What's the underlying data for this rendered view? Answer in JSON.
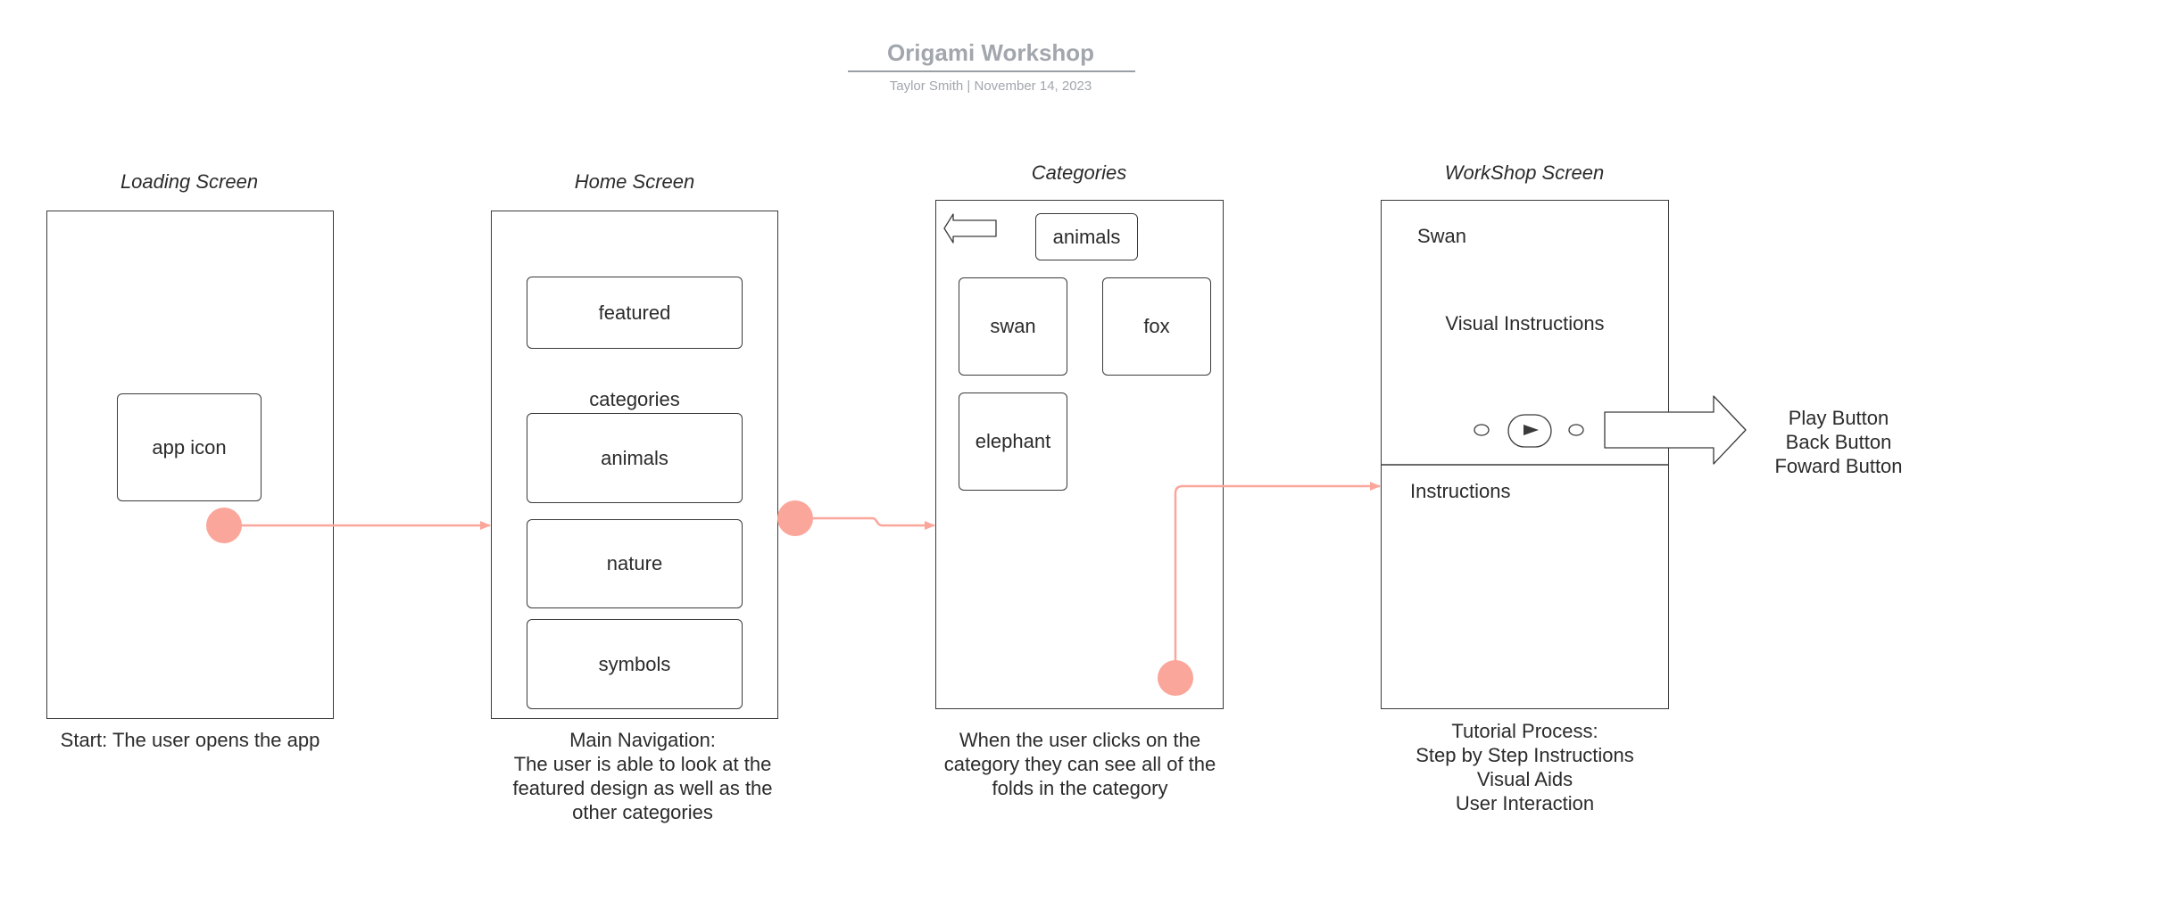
{
  "header": {
    "title": "Origami Workshop",
    "subtitle": "Taylor Smith  |  November 14, 2023"
  },
  "screens": {
    "loading": {
      "label": "Loading Screen",
      "app_icon": "app icon",
      "caption": "Start: The user opens the app"
    },
    "home": {
      "label": "Home Screen",
      "featured": "featured",
      "categories_heading": "categories",
      "items": [
        "animals",
        "nature",
        "symbols"
      ],
      "caption_lines": [
        "Main Navigation:",
        "The user is able to look at the",
        "featured design as well as the",
        "other categories"
      ]
    },
    "categories": {
      "label": "Categories",
      "selected": "animals",
      "items": [
        "swan",
        "fox",
        "elephant"
      ],
      "caption_lines": [
        "When the user clicks on the",
        "category they can see all of the",
        "folds in the category"
      ]
    },
    "workshop": {
      "label": "WorkShop Screen",
      "name": "Swan",
      "visual": "Visual Instructions",
      "instructions": "Instructions",
      "caption_lines": [
        "Tutorial Process:",
        "Step by Step Instructions",
        "Visual Aids",
        "User Interaction"
      ]
    }
  },
  "callout": {
    "lines": [
      "Play Button",
      "Back Button",
      "Foward Button"
    ]
  },
  "colors": {
    "flow": "#fba69b",
    "stroke": "#3a3a3a",
    "muted": "#a2a6ad"
  }
}
